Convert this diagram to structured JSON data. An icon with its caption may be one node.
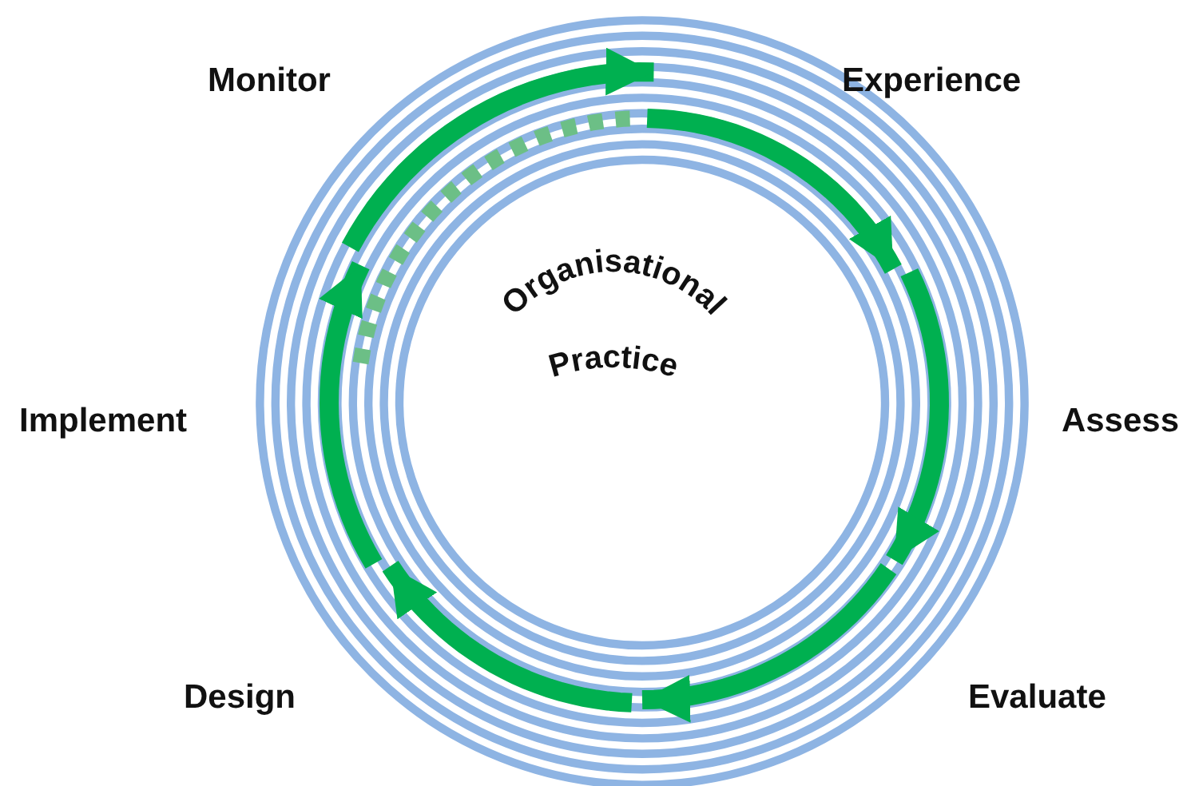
{
  "diagram": {
    "nodes": [
      {
        "text": [
          "Monitor"
        ]
      },
      {
        "text": [
          "Experience"
        ]
      },
      {
        "text": [
          "Organisational Practice"
        ]
      },
      {
        "text": [
          "Implement"
        ]
      },
      {
        "text": [
          "Assess"
        ]
      },
      {
        "text": [
          "Design"
        ]
      },
      {
        "text": [
          "Evaluate"
        ]
      }
    ]
  }
}
